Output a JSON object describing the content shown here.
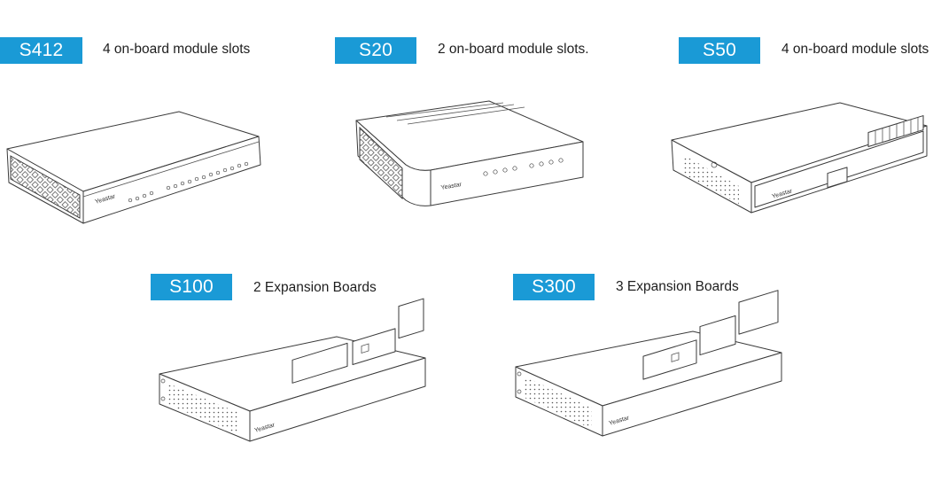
{
  "products": [
    {
      "model": "S412",
      "description": "4 on-board module slots"
    },
    {
      "model": "S20",
      "description": "2 on-board module slots."
    },
    {
      "model": "S50",
      "description": "4 on-board module slots"
    },
    {
      "model": "S100",
      "description": "2 Expansion Boards"
    },
    {
      "model": "S300",
      "description": "3 Expansion Boards"
    }
  ],
  "brand": "Yeastar",
  "colors": {
    "badge": "#1a9ad6",
    "text": "#1e1e1e",
    "line": "#3a3a3a"
  }
}
